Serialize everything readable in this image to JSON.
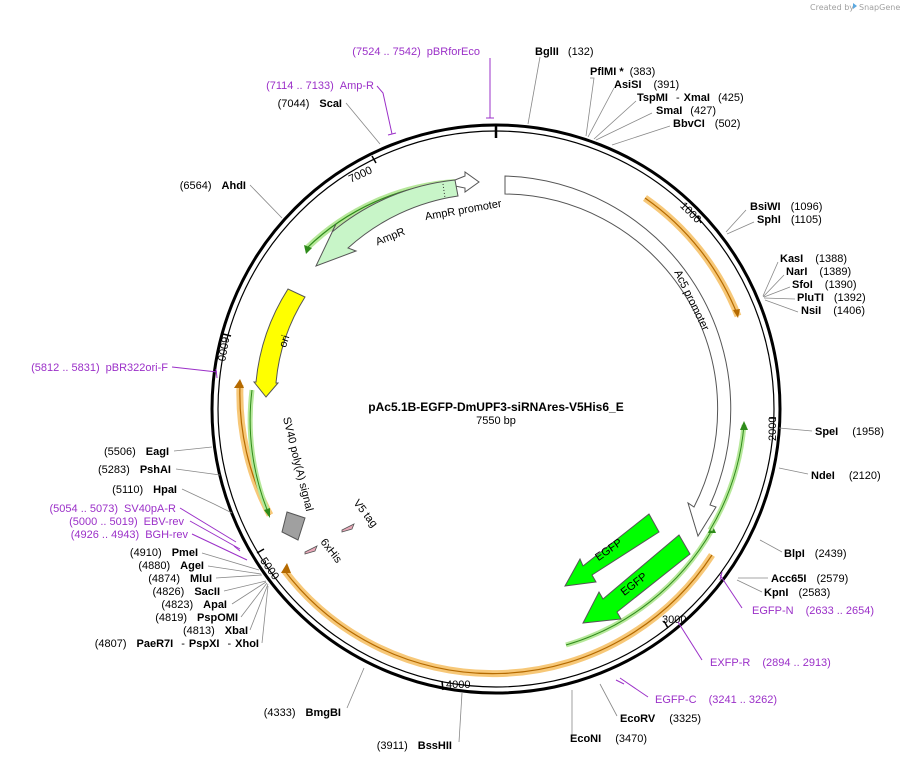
{
  "credit": {
    "prefix": "Created by",
    "brand": "SnapGene"
  },
  "plasmid": {
    "name": "pAc5.1B-EGFP-DmUPF3-siRNAres-V5His6_E",
    "length_label": "7550 bp",
    "length": 7550
  },
  "ticks": [
    {
      "pos": 1000,
      "label": "1000"
    },
    {
      "pos": 2000,
      "label": "2000"
    },
    {
      "pos": 3000,
      "label": "3000"
    },
    {
      "pos": 4000,
      "label": "4000"
    },
    {
      "pos": 5000,
      "label": "5000"
    },
    {
      "pos": 6000,
      "label": "6000"
    },
    {
      "pos": 7000,
      "label": "7000"
    }
  ],
  "sites": [
    {
      "name": "BglII",
      "pos": "(132)",
      "bp": 132
    },
    {
      "name": "PflMI *",
      "pos": "(383)",
      "bp": 383
    },
    {
      "name": "AsiSI",
      "pos": "(391)",
      "bp": 391
    },
    {
      "name": "TspMI",
      "sep": "-",
      "name2": "XmaI",
      "pos": "(425)",
      "bp": 425
    },
    {
      "name": "SmaI",
      "pos": "(427)",
      "bp": 427
    },
    {
      "name": "BbvCI",
      "pos": "(502)",
      "bp": 502
    },
    {
      "name": "BsiWI",
      "pos": "(1096)",
      "bp": 1096
    },
    {
      "name": "SphI",
      "pos": "(1105)",
      "bp": 1105
    },
    {
      "name": "KasI",
      "pos": "(1388)",
      "bp": 1388
    },
    {
      "name": "NarI",
      "pos": "(1389)",
      "bp": 1389
    },
    {
      "name": "SfoI",
      "pos": "(1390)",
      "bp": 1390
    },
    {
      "name": "PluTI",
      "pos": "(1392)",
      "bp": 1392
    },
    {
      "name": "NsiI",
      "pos": "(1406)",
      "bp": 1406
    },
    {
      "name": "SpeI",
      "pos": "(1958)",
      "bp": 1958
    },
    {
      "name": "NdeI",
      "pos": "(2120)",
      "bp": 2120
    },
    {
      "name": "BlpI",
      "pos": "(2439)",
      "bp": 2439
    },
    {
      "name": "Acc65I",
      "pos": "(2579)",
      "bp": 2579
    },
    {
      "name": "KpnI",
      "pos": "(2583)",
      "bp": 2583
    },
    {
      "name": "EcoRV",
      "pos": "(3325)",
      "bp": 3325
    },
    {
      "name": "EcoNI",
      "pos": "(3470)",
      "bp": 3470
    },
    {
      "name": "BssHII",
      "pos": "(3911)",
      "bp": 3911
    },
    {
      "name": "BmgBI",
      "pos": "(4333)",
      "bp": 4333
    },
    {
      "name": "PaeR7I",
      "sep": "-",
      "name2": "PspXI",
      "sep2": "-",
      "name3": "XhoI",
      "pos": "(4807)",
      "bp": 4807
    },
    {
      "name": "XbaI",
      "pos": "(4813)",
      "bp": 4813
    },
    {
      "name": "PspOMI",
      "pos": "(4819)",
      "bp": 4819
    },
    {
      "name": "ApaI",
      "pos": "(4823)",
      "bp": 4823
    },
    {
      "name": "SacII",
      "pos": "(4826)",
      "bp": 4826
    },
    {
      "name": "MluI",
      "pos": "(4874)",
      "bp": 4874
    },
    {
      "name": "AgeI",
      "pos": "(4880)",
      "bp": 4880
    },
    {
      "name": "PmeI",
      "pos": "(4910)",
      "bp": 4910
    },
    {
      "name": "HpaI",
      "pos": "(5110)",
      "bp": 5110
    },
    {
      "name": "PshAI",
      "pos": "(5283)",
      "bp": 5283
    },
    {
      "name": "EagI",
      "pos": "(5506)",
      "bp": 5506
    },
    {
      "name": "AhdI",
      "pos": "(6564)",
      "bp": 6564
    },
    {
      "name": "ScaI",
      "pos": "(7044)",
      "bp": 7044
    }
  ],
  "primers": [
    {
      "name": "pBRforEco",
      "range": "(7524 .. 7542)"
    },
    {
      "name": "Amp-R",
      "range": "(7114 .. 7133)"
    },
    {
      "name": "pBR322ori-F",
      "range": "(5812 .. 5831)"
    },
    {
      "name": "SV40pA-R",
      "range": "(5054 .. 5073)"
    },
    {
      "name": "EBV-rev",
      "range": "(5000 .. 5019)"
    },
    {
      "name": "BGH-rev",
      "range": "(4926 .. 4943)"
    },
    {
      "name": "EGFP-N",
      "range": "(2633 .. 2654)"
    },
    {
      "name": "EXFP-R",
      "range": "(2894 .. 2913)"
    },
    {
      "name": "EGFP-C",
      "range": "(3241 .. 3262)"
    }
  ],
  "features": {
    "ampr_promoter": "AmpR promoter",
    "ampr": "AmpR",
    "ori": "ori",
    "ac5_promoter": "Ac5 promoter",
    "egfp_1": "EGFP",
    "egfp_2": "EGFP",
    "sv40": "SV40 poly(A) signal",
    "his": "6xHis",
    "v5": "V5 tag"
  },
  "colors": {
    "primer": "#9b30c8",
    "ampr": "#c8f5c8",
    "ori": "#ffff00",
    "egfp": "#00ff00",
    "orf_outline": "#f0a030",
    "orf_inner": "#4aa81a",
    "sv40": "#a0a0a0",
    "tag": "#e8a8b8"
  }
}
